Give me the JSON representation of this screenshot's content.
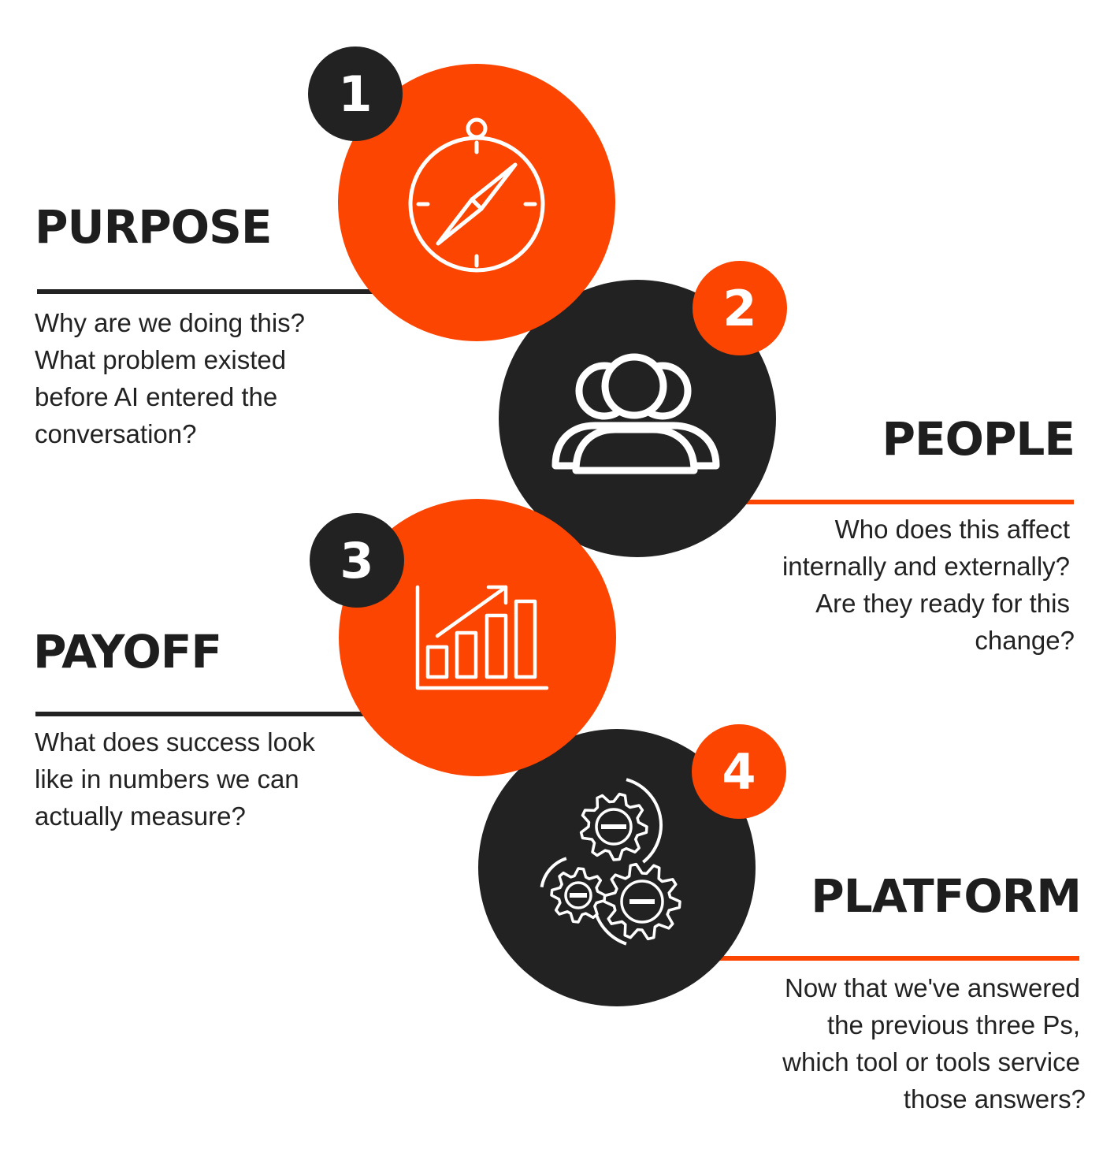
{
  "colors": {
    "accent": "#fc4500",
    "dark": "#222222"
  },
  "steps": [
    {
      "number": "1",
      "title": "PURPOSE",
      "icon": "compass-icon",
      "lines": [
        "Why are we doing this?",
        "What problem existed",
        "before AI entered the",
        "conversation?"
      ]
    },
    {
      "number": "2",
      "title": "PEOPLE",
      "icon": "people-group-icon",
      "lines": [
        "Who does this affect",
        "internally and externally?",
        "Are they ready for this",
        "change?"
      ]
    },
    {
      "number": "3",
      "title": "PAYOFF",
      "icon": "growth-chart-icon",
      "lines": [
        "What does success look",
        "like in numbers we can",
        "actually measure?"
      ]
    },
    {
      "number": "4",
      "title": "PLATFORM",
      "icon": "gears-icon",
      "lines": [
        "Now that we've answered",
        "the previous three Ps,",
        "which tool or tools service",
        "those answers?"
      ]
    }
  ]
}
